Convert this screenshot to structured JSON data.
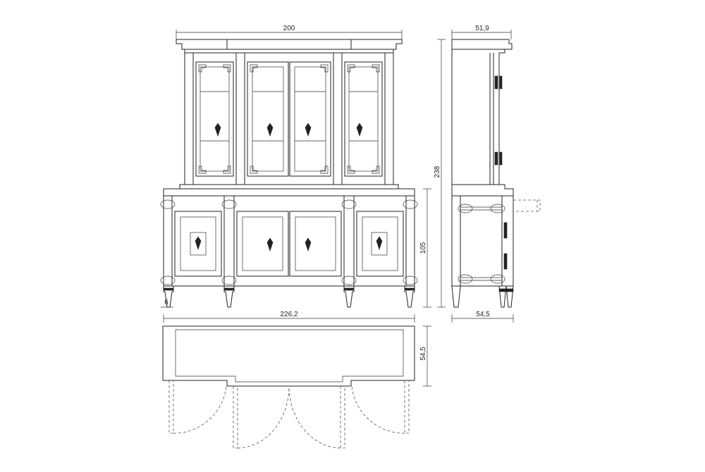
{
  "dimensions": {
    "front_top_width": "200",
    "side_top_depth": "51,9",
    "total_height": "238",
    "base_height": "105",
    "plinth_height": "6",
    "base_width": "226,2",
    "side_base_depth": "54,5",
    "plan_depth": "54,5"
  }
}
